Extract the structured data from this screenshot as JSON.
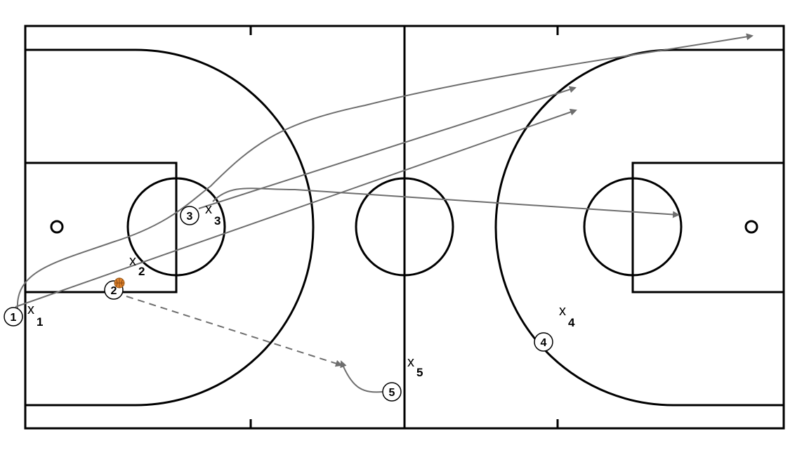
{
  "diagram": {
    "kind": "basketball full-court play diagram",
    "colors": {
      "court_lines": "#000000",
      "movement_arrows": "#6e6e6e",
      "ball": "#e0822a",
      "background": "#ffffff"
    },
    "offense": [
      {
        "id": "1",
        "label": "1"
      },
      {
        "id": "2",
        "label": "2",
        "has_ball": true
      },
      {
        "id": "3",
        "label": "3"
      },
      {
        "id": "4",
        "label": "4"
      },
      {
        "id": "5",
        "label": "5"
      }
    ],
    "defense": [
      {
        "id": "1",
        "mark": "x",
        "number": "1"
      },
      {
        "id": "2",
        "mark": "x",
        "number": "2"
      },
      {
        "id": "3",
        "mark": "x",
        "number": "3"
      },
      {
        "id": "4",
        "mark": "x",
        "number": "4"
      },
      {
        "id": "5",
        "mark": "x",
        "number": "5"
      }
    ],
    "actions": [
      {
        "type": "cut",
        "from": "1",
        "description": "player 1 curls up to the far right wing"
      },
      {
        "type": "cut",
        "from": "1",
        "description": "player 1 runs to the right top wing"
      },
      {
        "type": "cut",
        "from": "3",
        "description": "player 3 runs to the right wing"
      },
      {
        "type": "cut",
        "from": "3",
        "description": "player 3 runs to the far basket"
      },
      {
        "type": "pass",
        "from": "2",
        "to": "5"
      },
      {
        "type": "cut",
        "from": "5",
        "description": "player 5 flashes to receive the pass"
      }
    ]
  }
}
